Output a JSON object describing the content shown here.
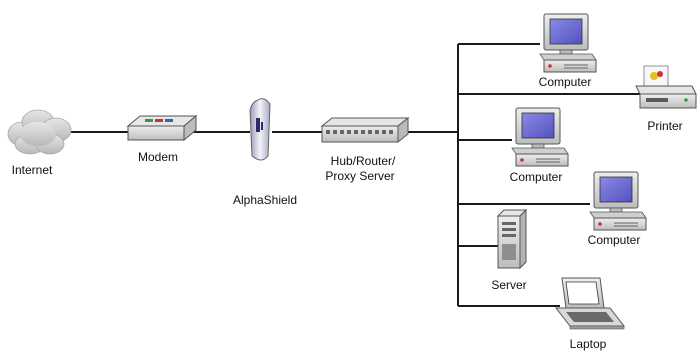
{
  "nodes": {
    "internet": "Internet",
    "modem": "Modem",
    "alphashield": "AlphaShield",
    "hub_line1": "Hub/Router/",
    "hub_line2": "Proxy Server",
    "computer_1": "Computer",
    "printer": "Printer",
    "computer_2": "Computer",
    "computer_3": "Computer",
    "server": "Server",
    "laptop": "Laptop"
  },
  "colors": {
    "line": "#1a1a1a",
    "screen": "#6f6fd8",
    "device_body": "#d4d4d4",
    "cloud": "#c9c9c9",
    "led_red": "#d23030",
    "led_green": "#2e9e3a"
  }
}
